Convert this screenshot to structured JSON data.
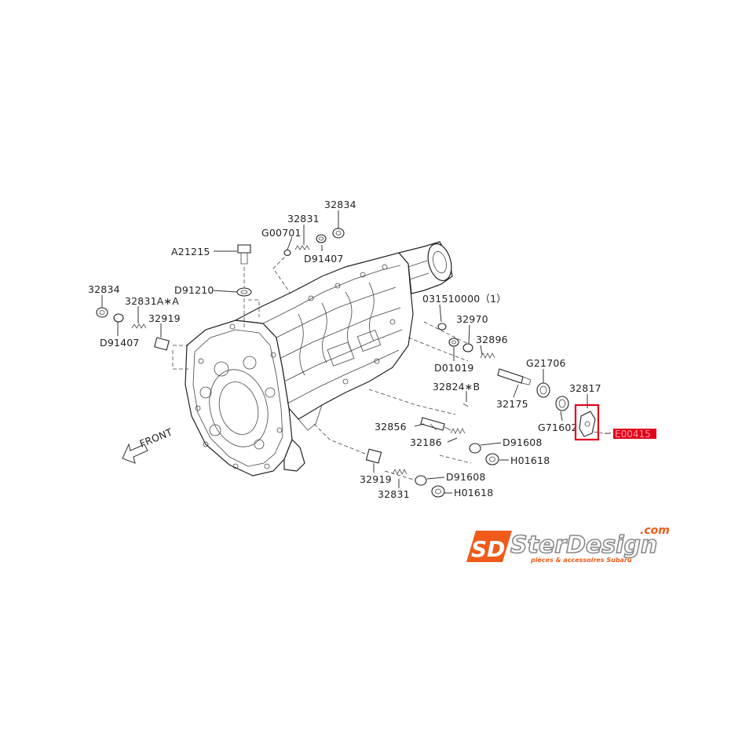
{
  "diagram": {
    "front_label": "FRONT",
    "labels": {
      "p32834_top": "32834",
      "p32831_top": "32831",
      "g00701": "G00701",
      "d91407_top": "D91407",
      "a21215": "A21215",
      "d91210": "D91210",
      "p32834_left": "32834",
      "p32831a": "32831A∗A",
      "p32919_left": "32919",
      "d91407_left": "D91407",
      "p031510000": "031510000（1）",
      "p32970": "32970",
      "p32896": "32896",
      "d01019": "D01019",
      "g21706": "G21706",
      "p32824b": "32824∗B",
      "p32817": "32817",
      "p32175": "32175",
      "g71602": "G71602",
      "e00415": "E00415",
      "p32856": "32856",
      "p32186": "32186",
      "d91608_a": "D91608",
      "h01618_a": "H01618",
      "p32919_bottom": "32919",
      "d91608_b": "D91608",
      "p32831_bottom": "32831",
      "h01618_b": "H01618"
    }
  },
  "logo": {
    "mark": "SD",
    "name": "SterDesign",
    "domain": ".com",
    "tagline": "pièces & accessoires Subaru"
  },
  "colors": {
    "highlight": "#e0001a",
    "logo_orange": "#f05a1a",
    "logo_grey": "#8a8a8a"
  }
}
